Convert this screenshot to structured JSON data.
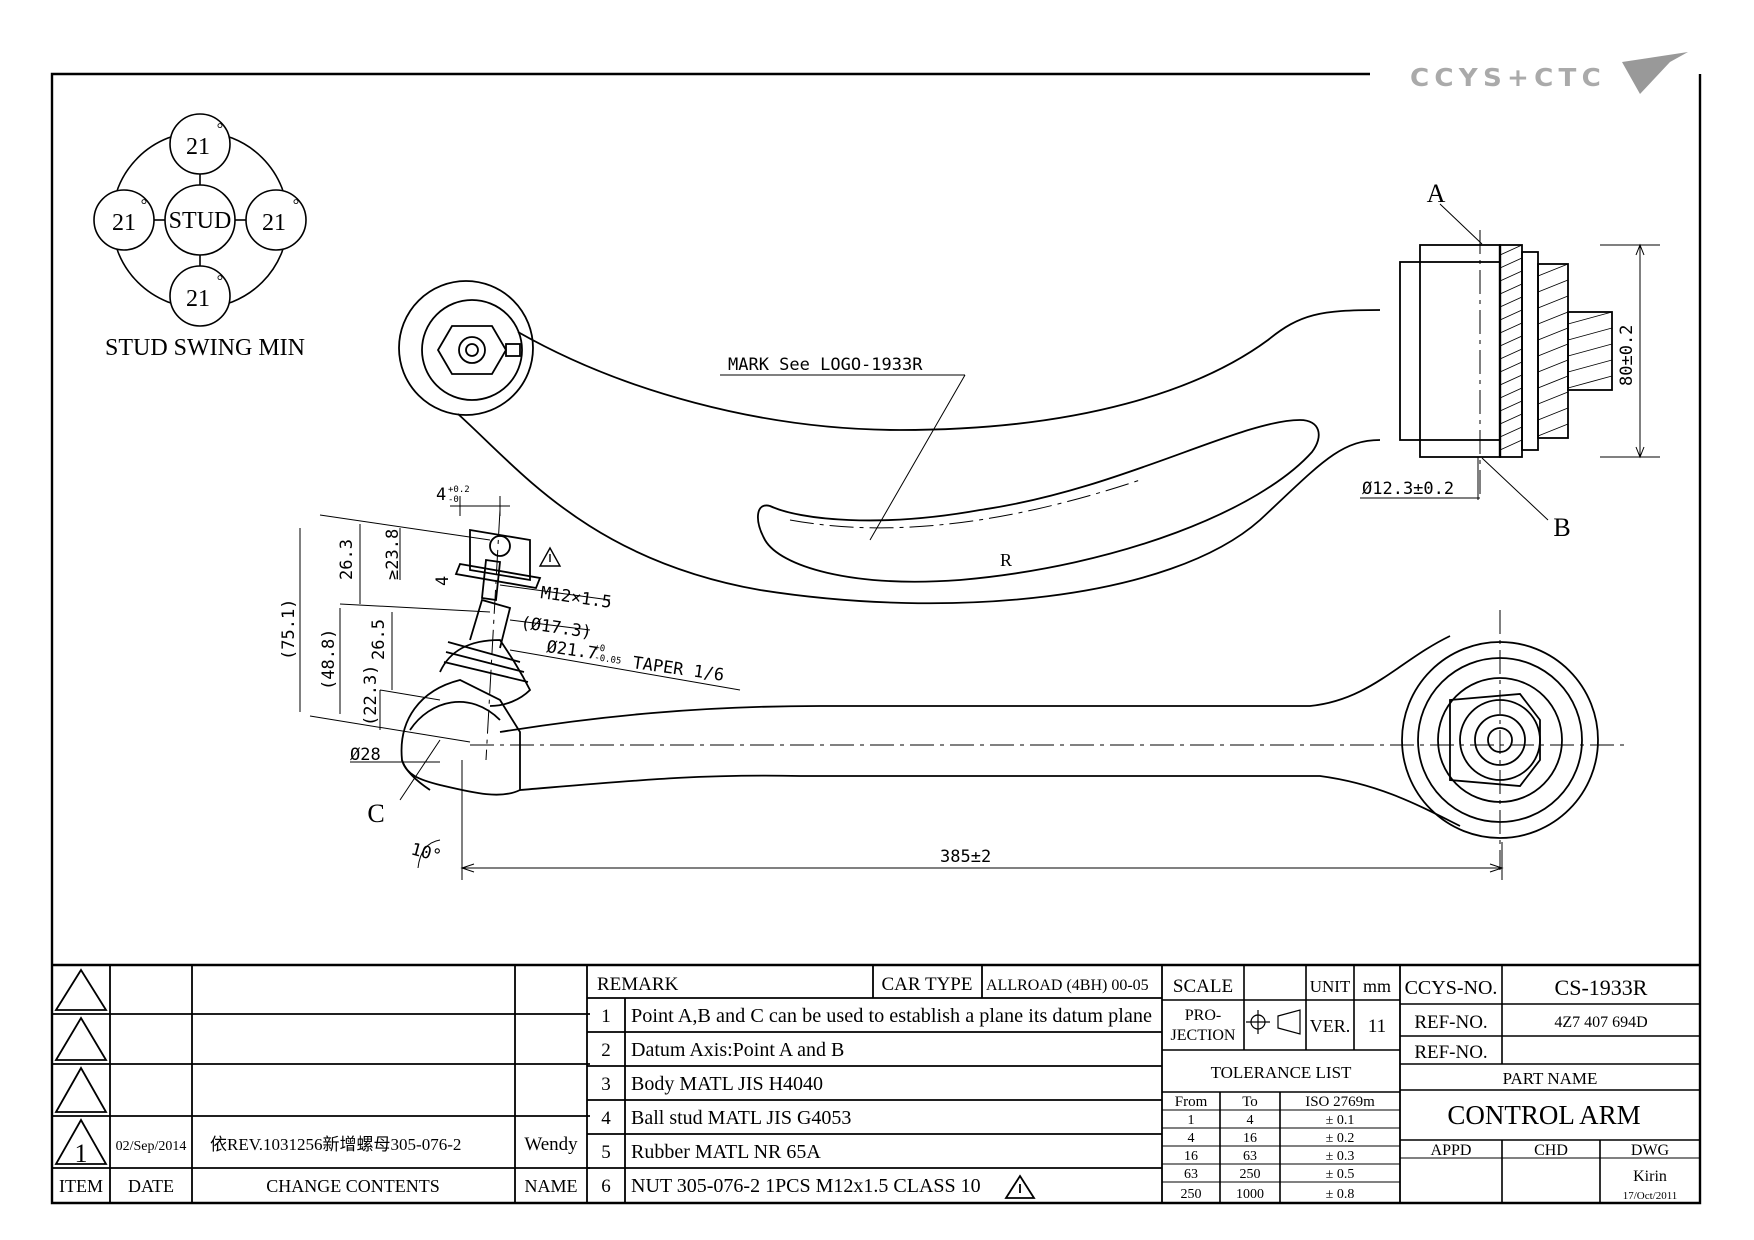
{
  "header": {
    "logo_text": "CCYS+CTC"
  },
  "stud_swing": {
    "center": "STUD",
    "top": "21",
    "left": "21",
    "right": "21",
    "bottom": "21",
    "degree": "°",
    "caption": "STUD SWING MIN"
  },
  "drawing": {
    "point_a": "A",
    "point_b": "B",
    "point_c": "C",
    "mark_note": "MARK See LOGO-1933R",
    "r_label": "R",
    "dim_bushing_height": "80±0.2",
    "dim_bushing_dia": "Ø12.3±0.2",
    "dim_4": "4",
    "dim_4_tol_upper": "+0.2",
    "dim_4_tol_lower": "-0",
    "dim_75_1": "(75.1)",
    "dim_26_3": "26.3",
    "dim_23_8": "≥23.8",
    "dim_4b": "4",
    "dim_48_8": "(48.8)",
    "dim_26_5": "26.5",
    "dim_22_3": "(22.3)",
    "thread": "M12×1.5",
    "dim_17_3": "(Ø17.3)",
    "dim_21_7": "Ø21.7",
    "dim_21_7_tol_upper": "+0",
    "dim_21_7_tol_lower": "-0.05",
    "taper": "TAPER 1/6",
    "dim_28": "Ø28",
    "angle_10": "10°",
    "dim_385": "385±2"
  },
  "revisions": {
    "rows": [
      {
        "mark": "",
        "date": "",
        "content": "",
        "name": ""
      },
      {
        "mark": "",
        "date": "",
        "content": "",
        "name": ""
      },
      {
        "mark": "",
        "date": "",
        "content": "",
        "name": ""
      },
      {
        "mark": "1",
        "date": "02/Sep/2014",
        "content": "依REV.1031256新增螺母305-076-2",
        "name": "Wendy"
      }
    ],
    "headers": {
      "item": "ITEM",
      "date": "DATE",
      "contents": "CHANGE CONTENTS",
      "name": "NAME"
    }
  },
  "remarks": {
    "header": "REMARK",
    "car_type_label": "CAR TYPE",
    "car_type": "ALLROAD (4BH) 00-05",
    "items": [
      {
        "no": "1",
        "text": "Point A,B and C can be used to establish a plane its datum plane"
      },
      {
        "no": "2",
        "text": "Datum Axis:Point A and B"
      },
      {
        "no": "3",
        "text": "Body MATL JIS H4040"
      },
      {
        "no": "4",
        "text": "Ball stud MATL JIS G4053"
      },
      {
        "no": "5",
        "text": "Rubber MATL NR 65A"
      },
      {
        "no": "6",
        "text": "NUT 305-076-2 1PCS M12x1.5 CLASS 10"
      }
    ]
  },
  "title_block": {
    "scale_label": "SCALE",
    "scale_value": "",
    "unit_label": "UNIT",
    "unit_value": "mm",
    "projection_label_1": "PRO-",
    "projection_label_2": "JECTION",
    "ver_label": "VER.",
    "ver_value": "11",
    "tolerance_title": "TOLERANCE LIST",
    "tol_headers": {
      "from": "From",
      "to": "To",
      "iso": "ISO 2769m"
    },
    "tolerances": [
      {
        "from": "1",
        "to": "4",
        "tol": "± 0.1"
      },
      {
        "from": "4",
        "to": "16",
        "tol": "± 0.2"
      },
      {
        "from": "16",
        "to": "63",
        "tol": "± 0.3"
      },
      {
        "from": "63",
        "to": "250",
        "tol": "± 0.5"
      },
      {
        "from": "250",
        "to": "1000",
        "tol": "± 0.8"
      }
    ],
    "ccys_no_label": "CCYS-NO.",
    "ccys_no": "CS-1933R",
    "ref_no_label": "REF-NO.",
    "ref_no": "4Z7 407 694D",
    "ref_no_label_2": "REF-NO.",
    "ref_no_2": "",
    "part_name_label": "PART NAME",
    "part_name": "CONTROL ARM",
    "appd_label": "APPD",
    "chd_label": "CHD",
    "dwg_label": "DWG",
    "dwg_name": "Kirin",
    "dwg_date": "17/Oct/2011"
  }
}
